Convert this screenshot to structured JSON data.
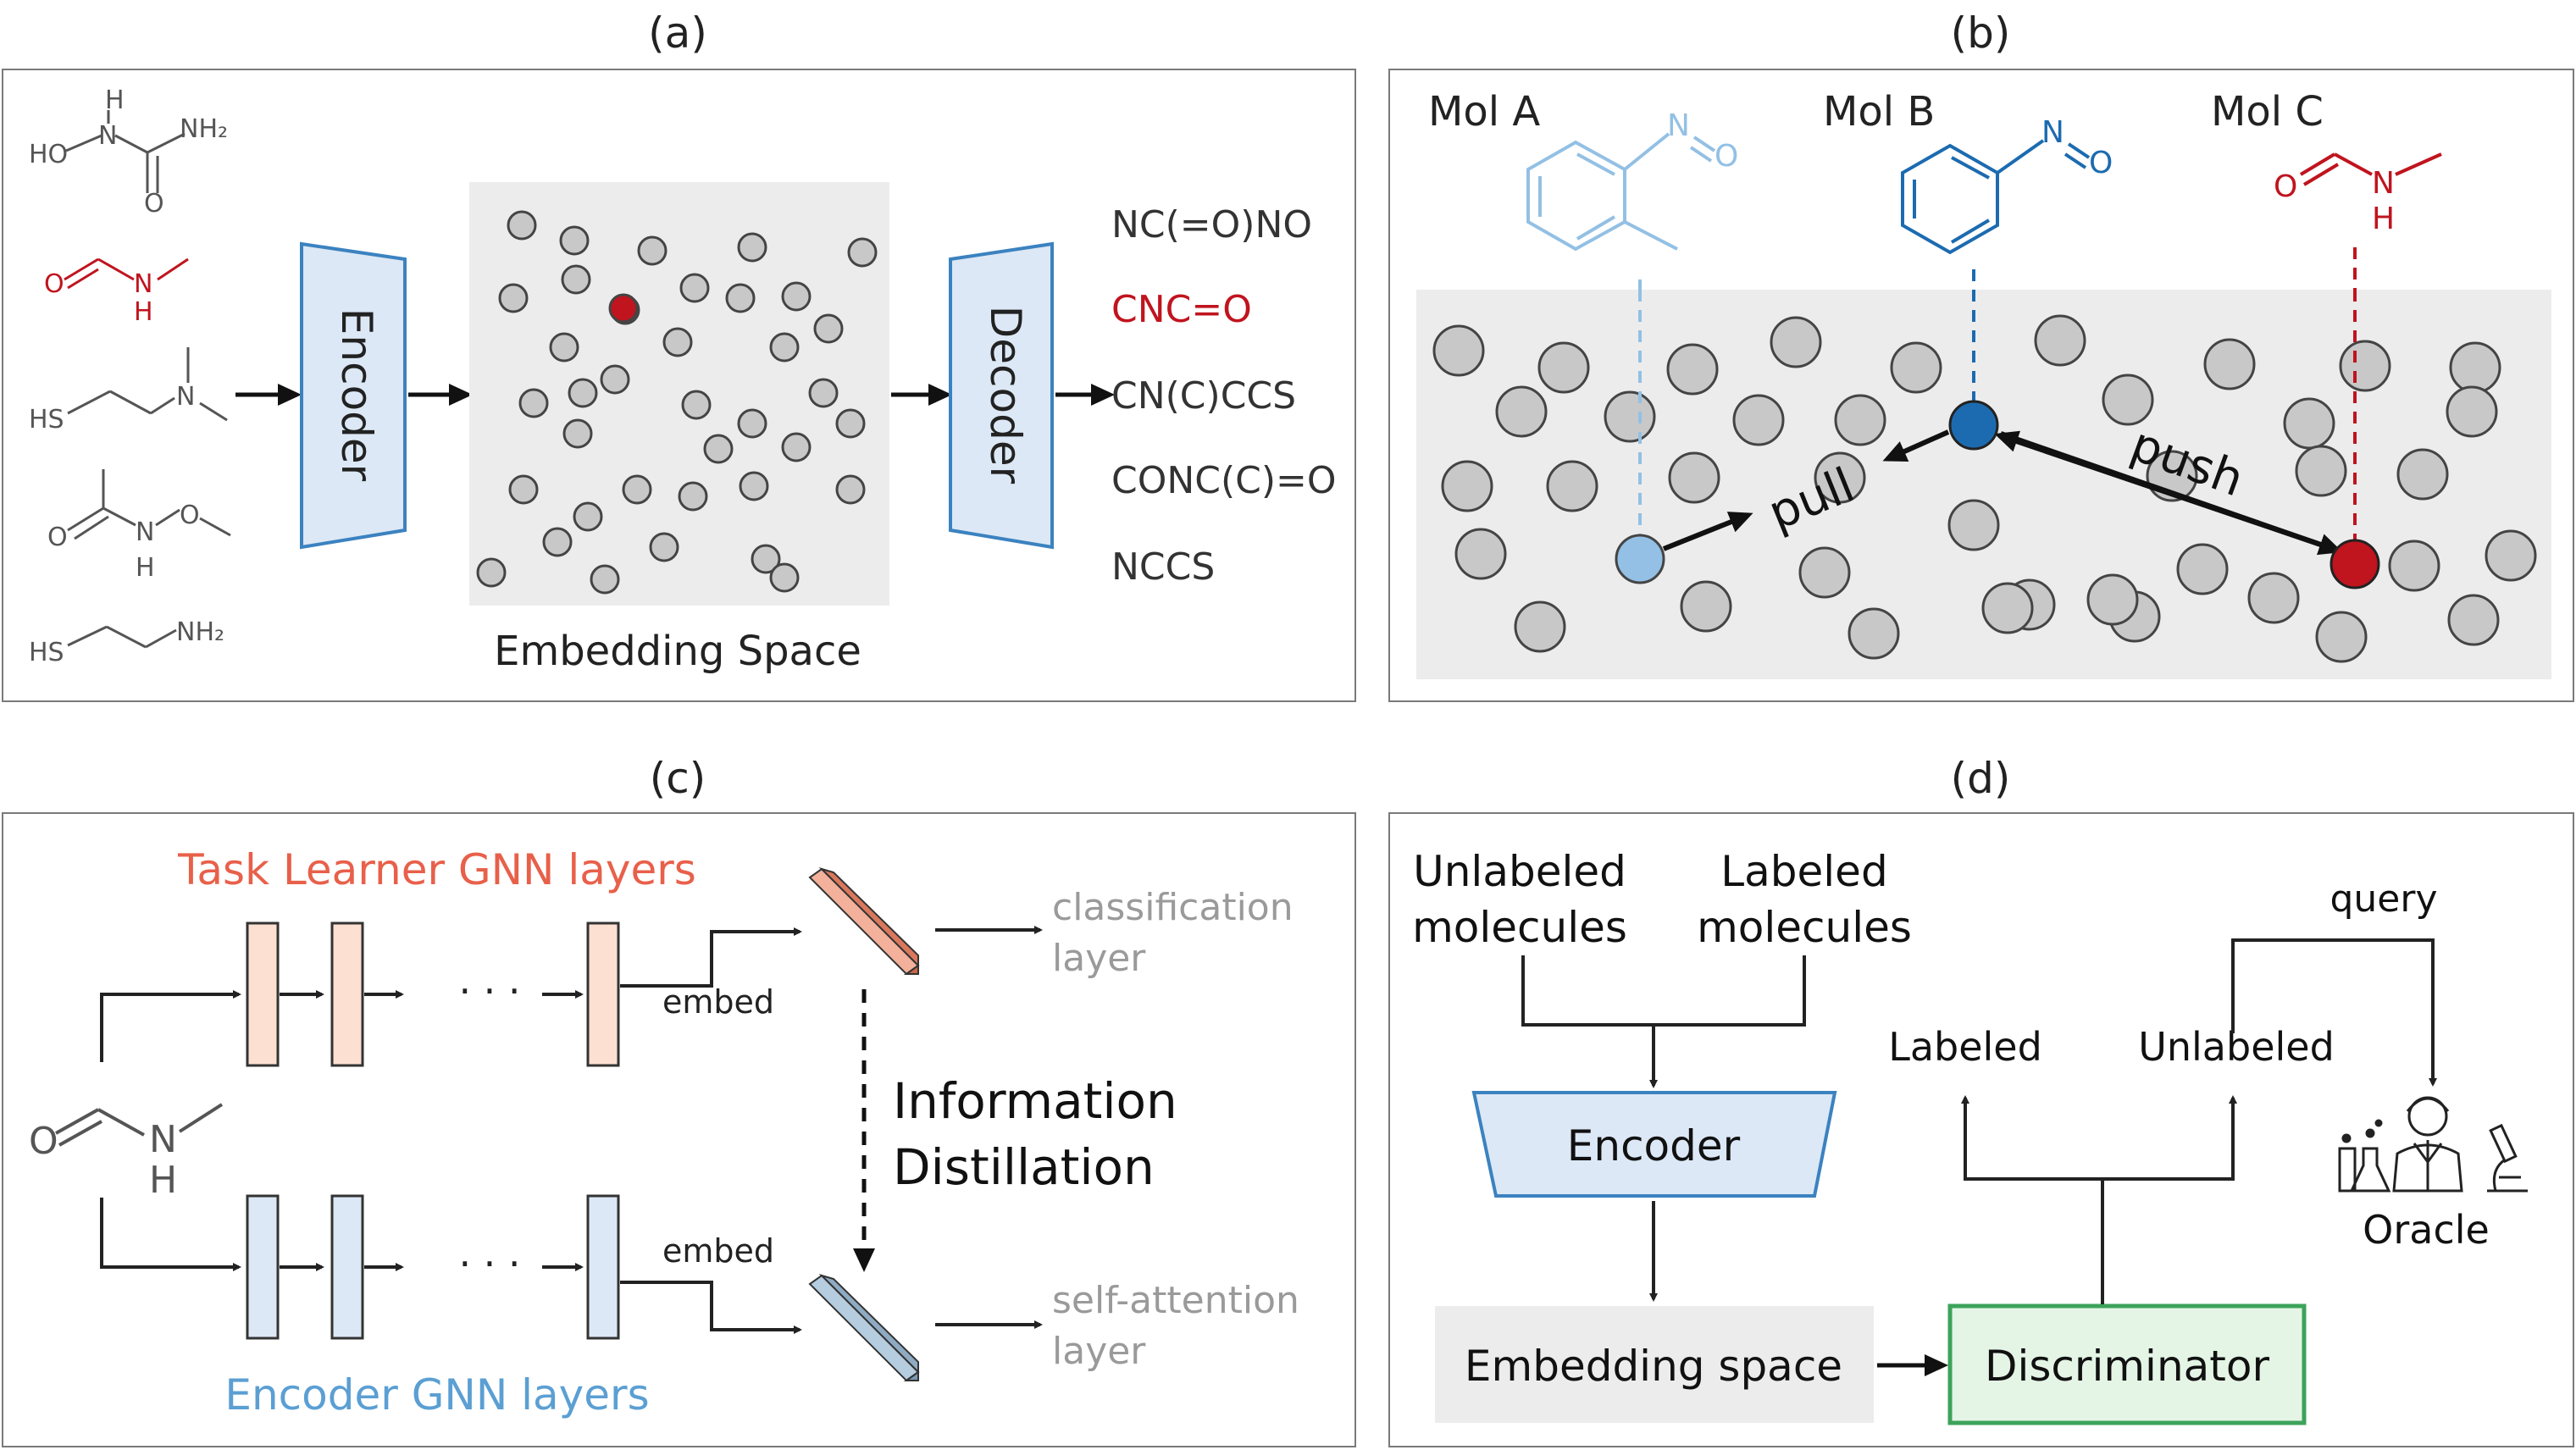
{
  "panels": {
    "a": {
      "label": "(a)",
      "encoder": "Encoder",
      "decoder": "Decoder",
      "space_label": "Embedding Space",
      "outputs": [
        "NC(=O)NO",
        "CNC=O",
        "CN(C)CCS",
        "CONC(C)=O",
        "NCCS"
      ],
      "highlight_output": "CNC=O",
      "mol_atoms": {
        "m1": {
          "h": "H",
          "n": "N",
          "ho": "HO",
          "o": "O",
          "nh2": "NH₂"
        },
        "m2": {
          "o": "O",
          "n": "N",
          "h": "H"
        },
        "m3": {
          "hs": "HS",
          "n": "N"
        },
        "m4": {
          "o1": "O",
          "n": "N",
          "o2": "O",
          "h": "H"
        },
        "m5": {
          "hs": "HS",
          "nh2": "NH₂"
        }
      }
    },
    "b": {
      "label": "(b)",
      "mol_a": "Mol A",
      "mol_b": "Mol B",
      "mol_c": "Mol C",
      "pull": "pull",
      "push": "push",
      "atoms": {
        "n": "N",
        "o": "O",
        "h": "H"
      }
    },
    "c": {
      "label": "(c)",
      "task_title": "Task Learner GNN layers",
      "encoder_title": "Encoder GNN layers",
      "embed_top": "embed",
      "embed_bottom": "embed",
      "dots": "· · ·",
      "distill_line1": "Information",
      "distill_line2": "Distillation",
      "out_top_1": "classification",
      "out_top_2": "layer",
      "out_bot_1": "self-attention",
      "out_bot_2": "layer",
      "mol_atoms": {
        "o": "O",
        "n": "N",
        "h": "H"
      }
    },
    "d": {
      "label": "(d)",
      "unlabeled_1": "Unlabeled",
      "unlabeled_2": "molecules",
      "labeled_1": "Labeled",
      "labeled_2": "molecules",
      "encoder": "Encoder",
      "embedding": "Embedding space",
      "discriminator": "Discriminator",
      "out_labeled": "Labeled",
      "out_unlabeled": "Unlabeled",
      "query": "query",
      "oracle": "Oracle"
    }
  },
  "colors": {
    "encoder_fill": "#dce8f5",
    "encoder_stroke": "#3b82c0",
    "red": "#c0141e",
    "light_blue": "#93c0e4",
    "dark_blue": "#1c6bb0",
    "node_fill": "#c8c8c8",
    "space_bg": "#ececec",
    "task_orange": "#e8604a",
    "task_layer_fill": "#fce0d2",
    "encoder_blue_text": "#5b9fd3",
    "discriminator_green": "#3da35a",
    "discriminator_fill": "#e4f5e6",
    "grey_text": "#9a9a9a"
  }
}
